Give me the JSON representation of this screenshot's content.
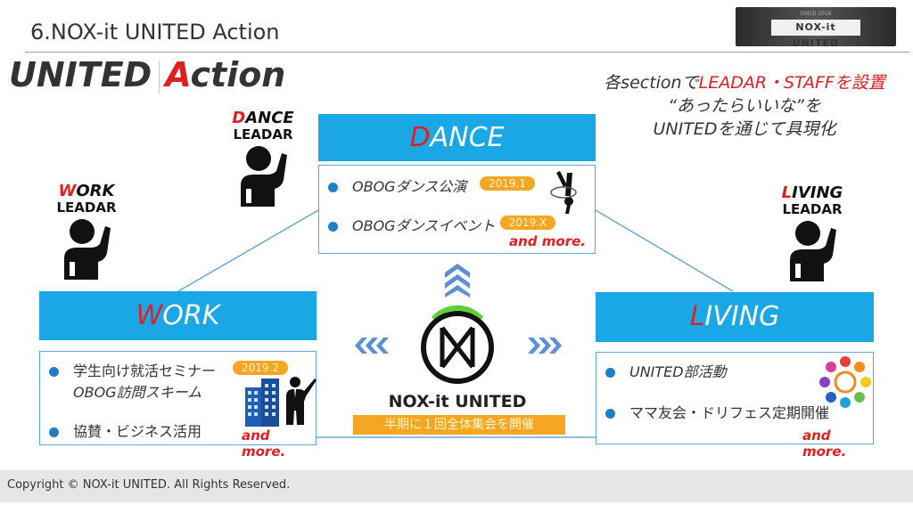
{
  "header": {
    "slide_title": "6.NOX-it UNITED  Action",
    "logo": {
      "since": "SINCE 2018",
      "name": "NOX-it UNITED"
    }
  },
  "big_title": {
    "part1": "UNITED",
    "accent_letter": "A",
    "rest": "ction"
  },
  "note": {
    "line1_pre": "各",
    "line1_section": "section",
    "line1_mid": "で",
    "line1_red": "LEADAR・STAFFを設置",
    "line2": "“あったらいいな”を",
    "line3": "UNITEDを通じて具現化"
  },
  "leaders": {
    "dance": {
      "first": "D",
      "rest": "ANCE",
      "sub": "LEADAR"
    },
    "work": {
      "first": "W",
      "rest": "ORK",
      "sub": "LEADAR"
    },
    "living": {
      "first": "L",
      "rest": "IVING",
      "sub": "LEADAR"
    }
  },
  "sections": {
    "dance": {
      "first": "D",
      "rest": "ANCE",
      "items": [
        {
          "text": "OBOGダンス公演",
          "badge": "2019.1"
        },
        {
          "text": "OBOGダンスイベント",
          "badge": "2019.X"
        }
      ],
      "more": "and more."
    },
    "work": {
      "first": "W",
      "rest": "ORK",
      "items": [
        {
          "line1": "学生向け就活セミナー",
          "line2": "OBOG訪問スキーム",
          "badge": "2019.2"
        },
        {
          "text": "協賛・ビジネス活用"
        }
      ],
      "more": "and more."
    },
    "living": {
      "first": "L",
      "rest": "IVING",
      "items": [
        {
          "text": "UNITED部活動"
        },
        {
          "text": "ママ友会・ドリフェス定期開催"
        }
      ],
      "more": "and more."
    }
  },
  "center": {
    "name": "NOX-it UNITED",
    "caption": "半期に１回全体集会を開催"
  },
  "footer": {
    "copyright": "Copyright © NOX-it UNITED. All Rights Reserved."
  },
  "colors": {
    "accent": "#e02020",
    "section_blue": "#1aa7e6",
    "badge_orange": "#f5a623",
    "arrow_blue": "#5b8fd6"
  },
  "icons": [
    "person-raising-hand-icon",
    "breakdancer-icon",
    "office-building-icon",
    "presenter-icon",
    "community-circle-icon",
    "chevron-up-arrows-icon",
    "chevron-left-arrows-icon",
    "chevron-right-arrows-icon",
    "nox-logo-icon"
  ]
}
